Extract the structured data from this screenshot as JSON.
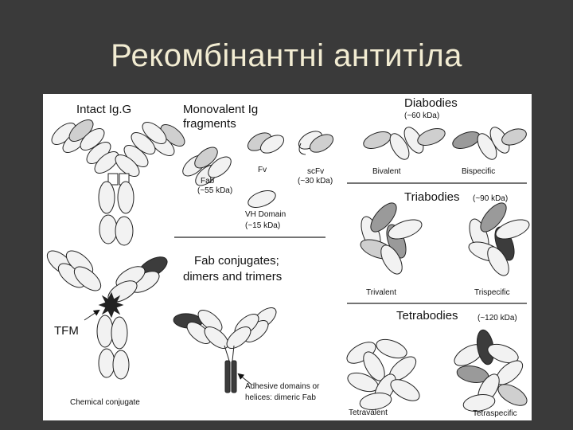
{
  "slide": {
    "title": "Рекомбінантні антитіла"
  },
  "figure": {
    "intact_igg": "Intact Ig.G",
    "monovalent_line1": "Monovalent Ig",
    "monovalent_line2": "fragments",
    "fab": "Fab",
    "fab_size": "(~55 kDa)",
    "fv": "Fv",
    "scfv": "scFv",
    "scfv_size": "(~30 kDa)",
    "vh_domain": "VH Domain",
    "vh_size": "(~15 kDa)",
    "diabodies": "Diabodies",
    "diabodies_size": "(~60 kDa)",
    "bivalent": "Bivalent",
    "bispecific": "Bispecific",
    "triabodies": "Triabodies",
    "triabodies_size": "(~90 kDa)",
    "trivalent": "Trivalent",
    "trispecific": "Trispecific",
    "fab_conj_line1": "Fab conjugates;",
    "fab_conj_line2": "dimers and trimers",
    "tfm": "TFM",
    "chemical_conjugate": "Chemical conjugate",
    "adhesive_line1": "Adhesive domains or",
    "adhesive_line2": "helices: dimeric Fab",
    "tetrabodies": "Tetrabodies",
    "tetrabodies_size": "(~120 kDa)",
    "tetravalent": "Tetravalent",
    "tetraspecific": "Tetraspecific"
  },
  "colors": {
    "background": "#3a3a3a",
    "title": "#f2ecd2",
    "domain_light": "#dcdcdc",
    "domain_mid": "#9a9a9a",
    "domain_dark": "#3c3c3c"
  }
}
